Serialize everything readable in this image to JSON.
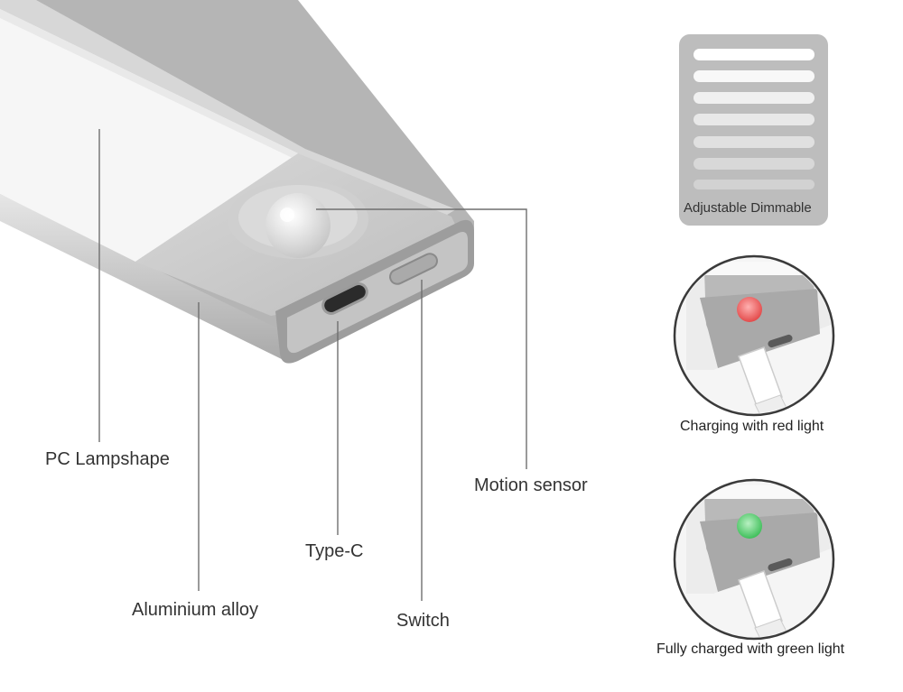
{
  "labels": {
    "pc_lampshape": "PC Lampshape",
    "aluminium_alloy": "Aluminium alloy",
    "type_c": "Type-C",
    "switch": "Switch",
    "motion_sensor": "Motion sensor"
  },
  "panels": {
    "dimmable": "Adjustable Dimmable",
    "charging_red": "Charging with red light",
    "charged_green": "Fully charged with green light"
  },
  "colors": {
    "indicator_red": "#e34a4a",
    "indicator_green": "#3fbf5a",
    "aluminium": "#c9c9c9",
    "leader_line": "#6f6f6f"
  }
}
